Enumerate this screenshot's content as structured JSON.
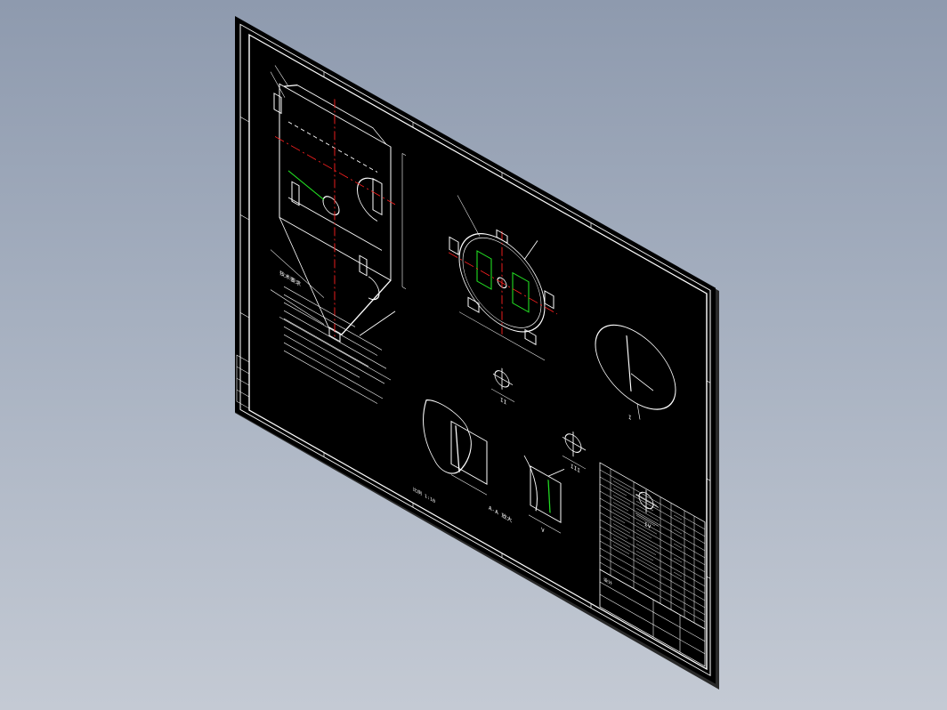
{
  "viewport": {
    "background_top": "#8e9aae",
    "background_bottom": "#c4cad4",
    "view": "isometric"
  },
  "sheet": {
    "background": "#000000",
    "line_color": "#ffffff",
    "centerline_color": "#ff2020",
    "highlight_color": "#22dd22",
    "edge_color": "#2a2a2a"
  },
  "drawing": {
    "notes_title": "技术要求",
    "section_label": "A-A 放大",
    "detail_labels": [
      "I",
      "II",
      "III",
      "IV",
      "V"
    ],
    "sheet_note": "比例 1:10"
  },
  "title_block": {
    "rows": 15,
    "footer_label": "设计"
  }
}
